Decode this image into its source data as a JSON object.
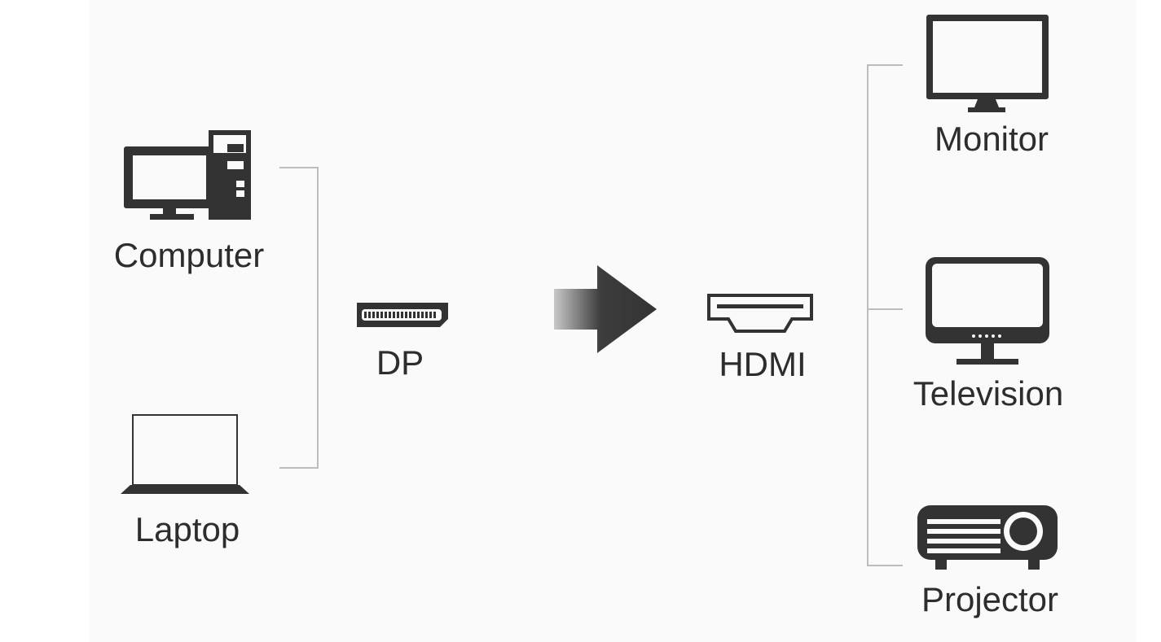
{
  "sources": [
    {
      "id": "computer",
      "label": "Computer",
      "icon": "desktop-computer-icon"
    },
    {
      "id": "laptop",
      "label": "Laptop",
      "icon": "laptop-icon"
    }
  ],
  "input_port": {
    "label": "DP",
    "icon": "displayport-connector-icon"
  },
  "direction": {
    "icon": "right-arrow-icon"
  },
  "output_port": {
    "label": "HDMI",
    "icon": "hdmi-connector-icon"
  },
  "targets": [
    {
      "id": "monitor",
      "label": "Monitor",
      "icon": "monitor-icon"
    },
    {
      "id": "television",
      "label": "Television",
      "icon": "television-icon"
    },
    {
      "id": "projector",
      "label": "Projector",
      "icon": "projector-icon"
    }
  ],
  "colors": {
    "icon": "#333333",
    "line": "#bdbdbd",
    "text": "#2d2d2d"
  }
}
